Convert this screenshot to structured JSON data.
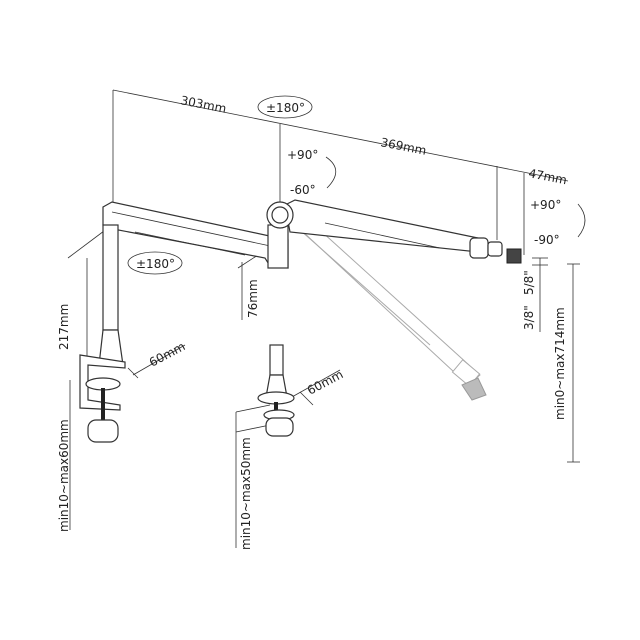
{
  "title": "Microphone boom arm dimension diagram",
  "dimensions": {
    "upper_arm_length": "303mm",
    "lower_arm_length": "369mm",
    "mount_length": "47mm",
    "joint_height": "76mm",
    "pole_height": "217mm",
    "clamp_base_width": "60mm",
    "grommet_base_width": "60mm",
    "clamp_range": "min10~max60mm",
    "grommet_range": "min10~max50mm",
    "height_range": "min0~max714mm",
    "thread_3_8": "3/8\"",
    "thread_5_8": "5/8\""
  },
  "rotations": {
    "elbow_swivel": "±180°",
    "base_swivel": "±180°",
    "elbow_tilt_up": "+90°",
    "elbow_tilt_down": "-60°",
    "mount_tilt_up": "+90°",
    "mount_tilt_down": "-90°"
  }
}
